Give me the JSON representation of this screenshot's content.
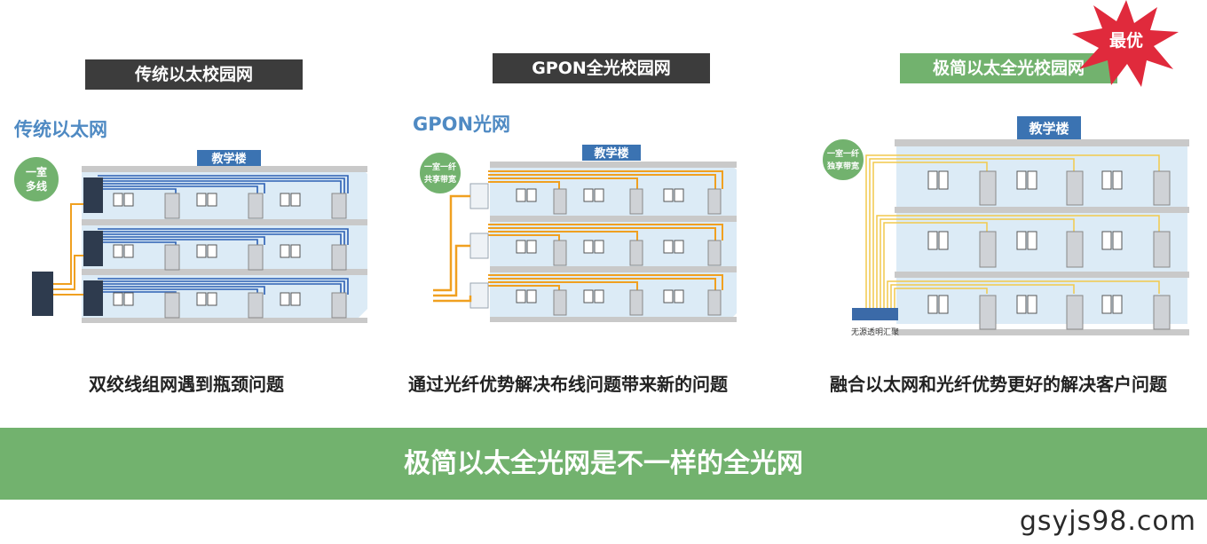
{
  "columns": [
    {
      "header": "传统以太校园网",
      "sub_label": "传统以太网",
      "badge": [
        "一室",
        "多线"
      ],
      "building_sign": "教学楼",
      "caption": "双绞线组网遇到瓶颈问题"
    },
    {
      "header": "GPON全光校园网",
      "sub_label": "GPON光网",
      "badge": [
        "一室一纤",
        "共享带宽"
      ],
      "building_sign": "教学楼",
      "caption": "通过光纤优势解决布线问题带来新的问题"
    },
    {
      "header": "极简以太全光校园网",
      "badge": [
        "一室一纤",
        "独享带宽"
      ],
      "building_sign": "教学楼",
      "device_label": "无源透明汇聚",
      "caption": "融合以太网和光纤优势更好的解决客户问题",
      "star_label": "最优"
    }
  ],
  "banner": "极简以太全光网是不一样的全光网",
  "watermark": "gsyjs98.com",
  "colors": {
    "dark_header": "#3c3c3c",
    "green": "#72b26e",
    "blue_label": "#4f8ac3",
    "star_red": "#e02a3c",
    "building_fill": "#dcebf6",
    "floor_gray": "#c9c9c9",
    "sign_blue": "#3b73b2",
    "copper_blue": "#2b5fb4",
    "fiber_orange": "#f0a020",
    "fiber_yellow": "#f2c94c"
  }
}
